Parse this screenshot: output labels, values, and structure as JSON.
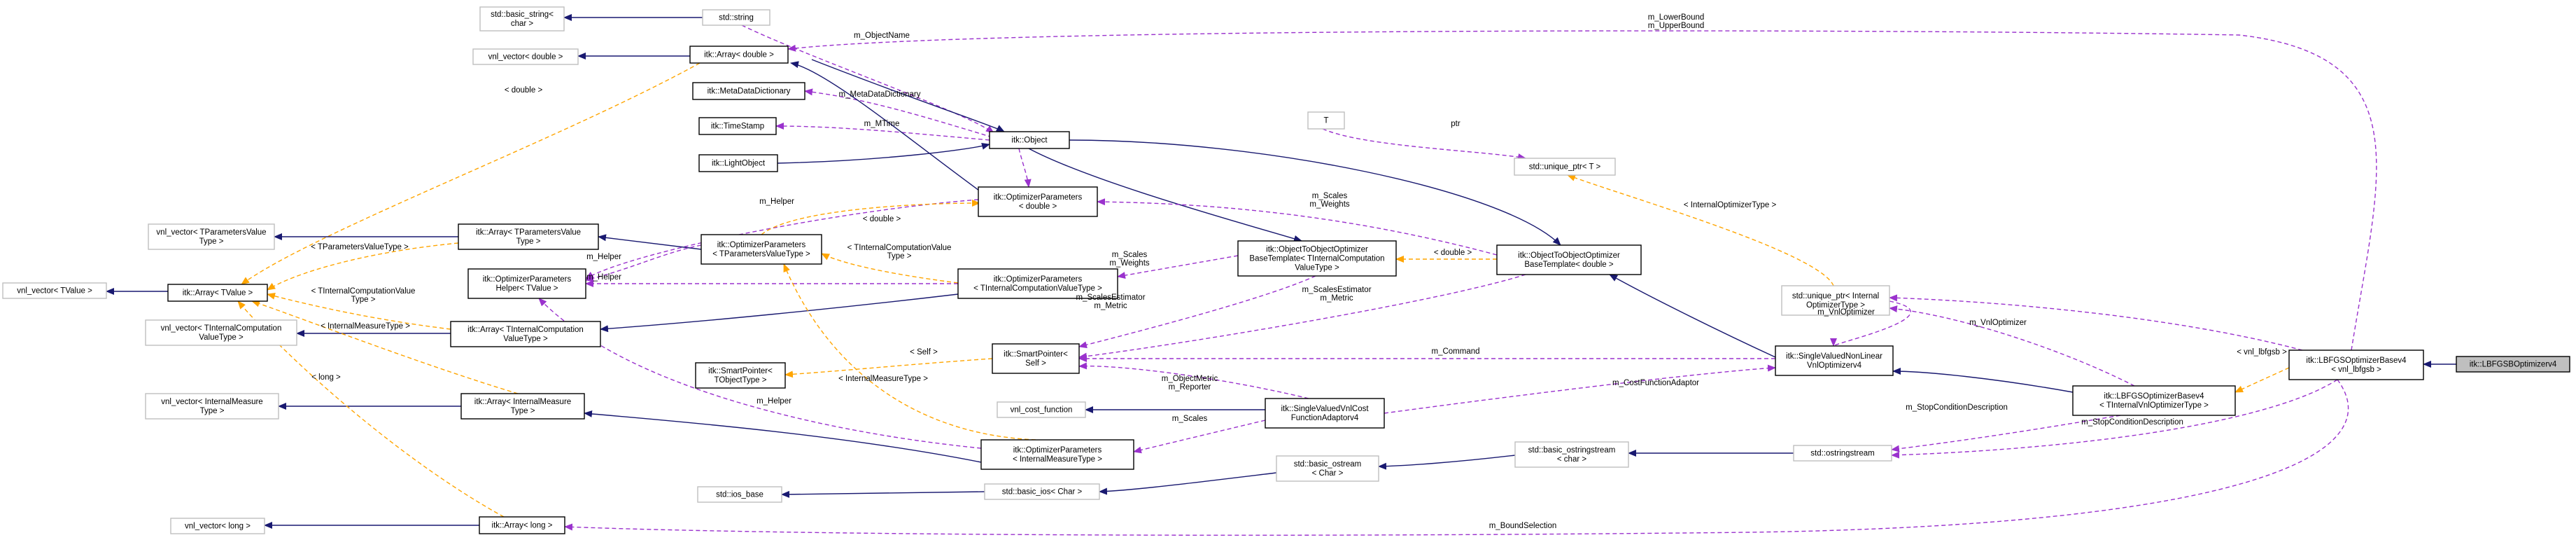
{
  "colors": {
    "inheritance": "#191970",
    "usage": "#9a32cd",
    "template": "#ffa500",
    "node_border": "#000000",
    "node_border_light": "#bfbfbf",
    "highlight_fill": "#bfbfbf"
  },
  "nodes": [
    {
      "id": "basic_string",
      "lines": [
        "std::basic_string<",
        "char >"
      ],
      "border": "light"
    },
    {
      "id": "std_string",
      "lines": [
        "std::string"
      ],
      "border": "light"
    },
    {
      "id": "vnl_vector_double",
      "lines": [
        "vnl_vector< double >"
      ],
      "border": "light"
    },
    {
      "id": "array_double",
      "lines": [
        "itk::Array< double >"
      ],
      "border": "dark"
    },
    {
      "id": "metadata_dict",
      "lines": [
        "itk::MetaDataDictionary"
      ],
      "border": "dark"
    },
    {
      "id": "timestamp",
      "lines": [
        "itk::TimeStamp"
      ],
      "border": "dark"
    },
    {
      "id": "light_object",
      "lines": [
        "itk::LightObject"
      ],
      "border": "dark"
    },
    {
      "id": "object",
      "lines": [
        "itk::Object"
      ],
      "border": "dark"
    },
    {
      "id": "T",
      "lines": [
        "T"
      ],
      "border": "light"
    },
    {
      "id": "unique_ptr_T",
      "lines": [
        "std::unique_ptr< T >"
      ],
      "border": "light"
    },
    {
      "id": "optparams_double",
      "lines": [
        "itk::OptimizerParameters",
        "< double >"
      ],
      "border": "dark"
    },
    {
      "id": "vnl_vector_tparams",
      "lines": [
        "vnl_vector< TParametersValue",
        "Type >"
      ],
      "border": "light"
    },
    {
      "id": "array_tparams",
      "lines": [
        "itk::Array< TParametersValue",
        "Type >"
      ],
      "border": "dark"
    },
    {
      "id": "optparams_tparams",
      "lines": [
        "itk::OptimizerParameters",
        "< TParametersValueType >"
      ],
      "border": "dark"
    },
    {
      "id": "optparams_helper",
      "lines": [
        "itk::OptimizerParameters",
        "Helper< TValue >"
      ],
      "border": "dark"
    },
    {
      "id": "vnl_vector_tvalue",
      "lines": [
        "vnl_vector< TValue >"
      ],
      "border": "light"
    },
    {
      "id": "array_tvalue",
      "lines": [
        "itk::Array< TValue >"
      ],
      "border": "dark"
    },
    {
      "id": "optparams_tinternal",
      "lines": [
        "itk::OptimizerParameters",
        "< TInternalComputationValueType >"
      ],
      "border": "dark"
    },
    {
      "id": "o2o_base_tinternal",
      "lines": [
        "itk::ObjectToObjectOptimizer",
        "BaseTemplate< TInternalComputation",
        "ValueType >"
      ],
      "border": "dark"
    },
    {
      "id": "o2o_base_double",
      "lines": [
        "itk::ObjectToObjectOptimizer",
        "BaseTemplate< double >"
      ],
      "border": "dark"
    },
    {
      "id": "unique_ptr_internal",
      "lines": [
        "std::unique_ptr< Internal",
        "OptimizerType >"
      ],
      "border": "light"
    },
    {
      "id": "vnl_vector_tinternal",
      "lines": [
        "vnl_vector< TInternalComputation",
        "ValueType >"
      ],
      "border": "light"
    },
    {
      "id": "array_tinternal",
      "lines": [
        "itk::Array< TInternalComputation",
        "ValueType >"
      ],
      "border": "dark"
    },
    {
      "id": "smart_pointer_self",
      "lines": [
        "itk::SmartPointer<",
        "Self >"
      ],
      "border": "dark"
    },
    {
      "id": "smart_pointer_tobject",
      "lines": [
        "itk::SmartPointer<",
        "TObjectType >"
      ],
      "border": "dark"
    },
    {
      "id": "single_valued_nonlinear",
      "lines": [
        "itk::SingleValuedNonLinear",
        "VnlOptimizerv4"
      ],
      "border": "dark"
    },
    {
      "id": "vnl_vector_internal_measure",
      "lines": [
        "vnl_vector< InternalMeasure",
        "Type >"
      ],
      "border": "light"
    },
    {
      "id": "array_internal_measure",
      "lines": [
        "itk::Array< InternalMeasure",
        "Type >"
      ],
      "border": "dark"
    },
    {
      "id": "vnl_cost_function",
      "lines": [
        "vnl_cost_function"
      ],
      "border": "light"
    },
    {
      "id": "single_valued_vnl_cost",
      "lines": [
        "itk::SingleValuedVnlCost",
        "FunctionAdaptorv4"
      ],
      "border": "dark"
    },
    {
      "id": "lbfgsb_base_tinternal",
      "lines": [
        "itk::LBFGSOptimizerBasev4",
        "< TInternalVnlOptimizerType >"
      ],
      "border": "dark"
    },
    {
      "id": "lbfgsb_base_vnl",
      "lines": [
        "itk::LBFGSOptimizerBasev4",
        "< vnl_lbfgsb >"
      ],
      "border": "dark"
    },
    {
      "id": "lbfgsb_optimizer",
      "lines": [
        "itk::LBFGSBOptimizerv4"
      ],
      "border": "dark",
      "highlight": true
    },
    {
      "id": "optparams_internal_measure",
      "lines": [
        "itk::OptimizerParameters",
        "< InternalMeasureType >"
      ],
      "border": "dark"
    },
    {
      "id": "basic_ostringstream",
      "lines": [
        "std::basic_ostringstream",
        "< char >"
      ],
      "border": "light"
    },
    {
      "id": "ostringstream",
      "lines": [
        "std::ostringstream"
      ],
      "border": "light"
    },
    {
      "id": "ios_base",
      "lines": [
        "std::ios_base"
      ],
      "border": "light"
    },
    {
      "id": "basic_ios",
      "lines": [
        "std::basic_ios< Char >"
      ],
      "border": "light"
    },
    {
      "id": "basic_ostream",
      "lines": [
        "std::basic_ostream",
        "< Char >"
      ],
      "border": "light"
    },
    {
      "id": "vnl_vector_long",
      "lines": [
        "vnl_vector< long >"
      ],
      "border": "light"
    },
    {
      "id": "array_long",
      "lines": [
        "itk::Array< long >"
      ],
      "border": "dark"
    }
  ],
  "edge_labels": [
    {
      "id": "m_objectname",
      "lines": [
        "m_ObjectName"
      ]
    },
    {
      "id": "m_lower_upper",
      "lines": [
        "m_LowerBound",
        "m_UpperBound"
      ]
    },
    {
      "id": "double_array",
      "lines": [
        "< double >"
      ]
    },
    {
      "id": "m_metadata",
      "lines": [
        "m_MetaDataDictionary"
      ]
    },
    {
      "id": "m_mtime",
      "lines": [
        "m_MTime"
      ]
    },
    {
      "id": "ptr",
      "lines": [
        "ptr"
      ]
    },
    {
      "id": "m_helper_1",
      "lines": [
        "m_Helper"
      ]
    },
    {
      "id": "double_optparams",
      "lines": [
        "< double >"
      ]
    },
    {
      "id": "m_scales_weights_1",
      "lines": [
        "m_Scales",
        "m_Weights"
      ]
    },
    {
      "id": "internal_optimizer_type",
      "lines": [
        "< InternalOptimizerType >"
      ]
    },
    {
      "id": "m_helper_2",
      "lines": [
        "m_Helper"
      ]
    },
    {
      "id": "tparams_value_type",
      "lines": [
        "< TParametersValueType >"
      ]
    },
    {
      "id": "tinternal_value_type_1",
      "lines": [
        "< TInternalComputationValue",
        "Type >"
      ]
    },
    {
      "id": "m_scales_weights_2",
      "lines": [
        "m_Scales",
        "m_Weights"
      ]
    },
    {
      "id": "double_o2o",
      "lines": [
        "< double >"
      ]
    },
    {
      "id": "m_helper_3",
      "lines": [
        "m_Helper"
      ]
    },
    {
      "id": "tinternal_value_type_2",
      "lines": [
        "< TInternalComputationValue",
        "Type >"
      ]
    },
    {
      "id": "m_scales_estimator_1",
      "lines": [
        "m_ScalesEstimator",
        "m_Metric"
      ]
    },
    {
      "id": "m_scales_estimator_2",
      "lines": [
        "m_ScalesEstimator",
        "m_Metric"
      ]
    },
    {
      "id": "m_vnloptimizer_1",
      "lines": [
        "m_VnlOptimizer"
      ]
    },
    {
      "id": "internal_measure_type_1",
      "lines": [
        "< InternalMeasureType >"
      ]
    },
    {
      "id": "self",
      "lines": [
        "< Self >"
      ]
    },
    {
      "id": "m_command",
      "lines": [
        "m_Command"
      ]
    },
    {
      "id": "m_vnloptimizer_2",
      "lines": [
        "m_VnlOptimizer"
      ]
    },
    {
      "id": "long_template",
      "lines": [
        "< long >"
      ]
    },
    {
      "id": "internal_measure_type_2",
      "lines": [
        "< InternalMeasureType >"
      ]
    },
    {
      "id": "m_objectmetric_reporter",
      "lines": [
        "m_ObjectMetric",
        "m_Reporter"
      ]
    },
    {
      "id": "m_costfunction",
      "lines": [
        "m_CostFunctionAdaptor"
      ]
    },
    {
      "id": "vnl_lbfgsb",
      "lines": [
        "< vnl_lbfgsb >"
      ]
    },
    {
      "id": "m_helper_4",
      "lines": [
        "m_Helper"
      ]
    },
    {
      "id": "m_scales_3",
      "lines": [
        "m_Scales"
      ]
    },
    {
      "id": "m_stopcondition_1",
      "lines": [
        "m_StopConditionDescription"
      ]
    },
    {
      "id": "m_stopcondition_2",
      "lines": [
        "m_StopConditionDescription"
      ]
    },
    {
      "id": "m_boundselection",
      "lines": [
        "m_BoundSelection"
      ]
    }
  ]
}
